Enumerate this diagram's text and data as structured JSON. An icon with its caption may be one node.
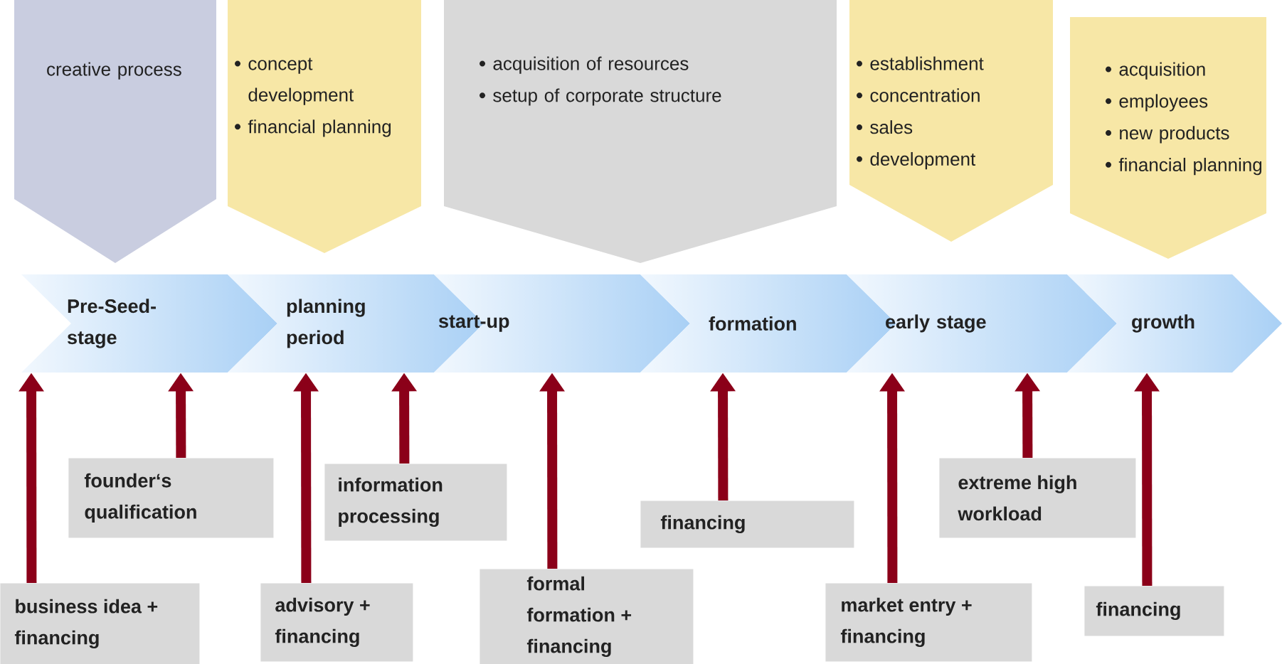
{
  "diagram": {
    "nodes": [
      {
        "text": [
          "creative process"
        ]
      },
      {
        "text": [
          "concept development",
          "financial planning"
        ]
      },
      {
        "text": [
          "acquisition of resources",
          "setup of corporate structure"
        ]
      },
      {
        "text": [
          "establishment",
          "concentration",
          "sales",
          "development"
        ]
      },
      {
        "text": [
          "acquisition",
          "employees",
          "new products",
          "financial planning"
        ]
      },
      {
        "text": [
          "Pre-Seed-stage"
        ]
      },
      {
        "text": [
          "planning period"
        ]
      },
      {
        "text": [
          "start-up"
        ]
      },
      {
        "text": [
          "formation"
        ]
      },
      {
        "text": [
          "early stage"
        ]
      },
      {
        "text": [
          "growth"
        ]
      },
      {
        "text": [
          "business idea + financing"
        ]
      },
      {
        "text": [
          "founder‘s qualification"
        ]
      },
      {
        "text": [
          "advisory + financing"
        ]
      },
      {
        "text": [
          "information processing"
        ]
      },
      {
        "text": [
          "formal formation + financing"
        ]
      },
      {
        "text": [
          "financing"
        ]
      },
      {
        "text": [
          "market entry + financing"
        ]
      },
      {
        "text": [
          "extreme high workload"
        ]
      },
      {
        "text": [
          "financing"
        ]
      }
    ],
    "edges": [
      {
        "from": 11,
        "to": 5,
        "arrow": "to"
      },
      {
        "from": 12,
        "to": 5,
        "arrow": "to"
      },
      {
        "from": 13,
        "to": 6,
        "arrow": "to"
      },
      {
        "from": 14,
        "to": 6,
        "arrow": "to"
      },
      {
        "from": 15,
        "to": 7,
        "arrow": "to"
      },
      {
        "from": 16,
        "to": 8,
        "arrow": "to"
      },
      {
        "from": 17,
        "to": 9,
        "arrow": "to"
      },
      {
        "from": 18,
        "to": 9,
        "arrow": "to"
      },
      {
        "from": 19,
        "to": 10,
        "arrow": "to"
      }
    ]
  }
}
